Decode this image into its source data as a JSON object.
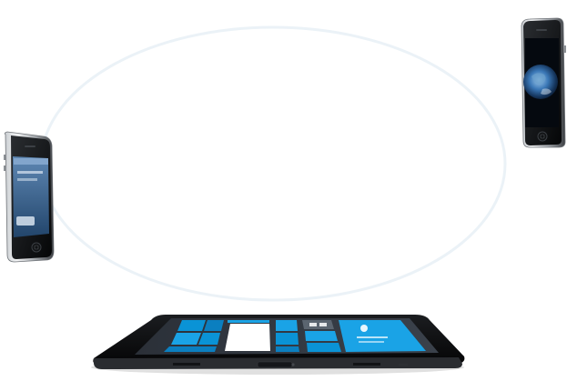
{
  "scene": {
    "background": "#ffffff",
    "ring_color": "#e9f1f6",
    "devices": [
      {
        "type": "phone",
        "screen": "messaging-app"
      },
      {
        "type": "phone",
        "screen": "earth-wallpaper"
      },
      {
        "type": "tablet",
        "screen": "tiled-start-screen"
      }
    ],
    "tablet_tile_colors": [
      "#0a93d6",
      "#1aa3e6",
      "#0b7fc0",
      "#ffffff",
      "#5b6570"
    ]
  }
}
